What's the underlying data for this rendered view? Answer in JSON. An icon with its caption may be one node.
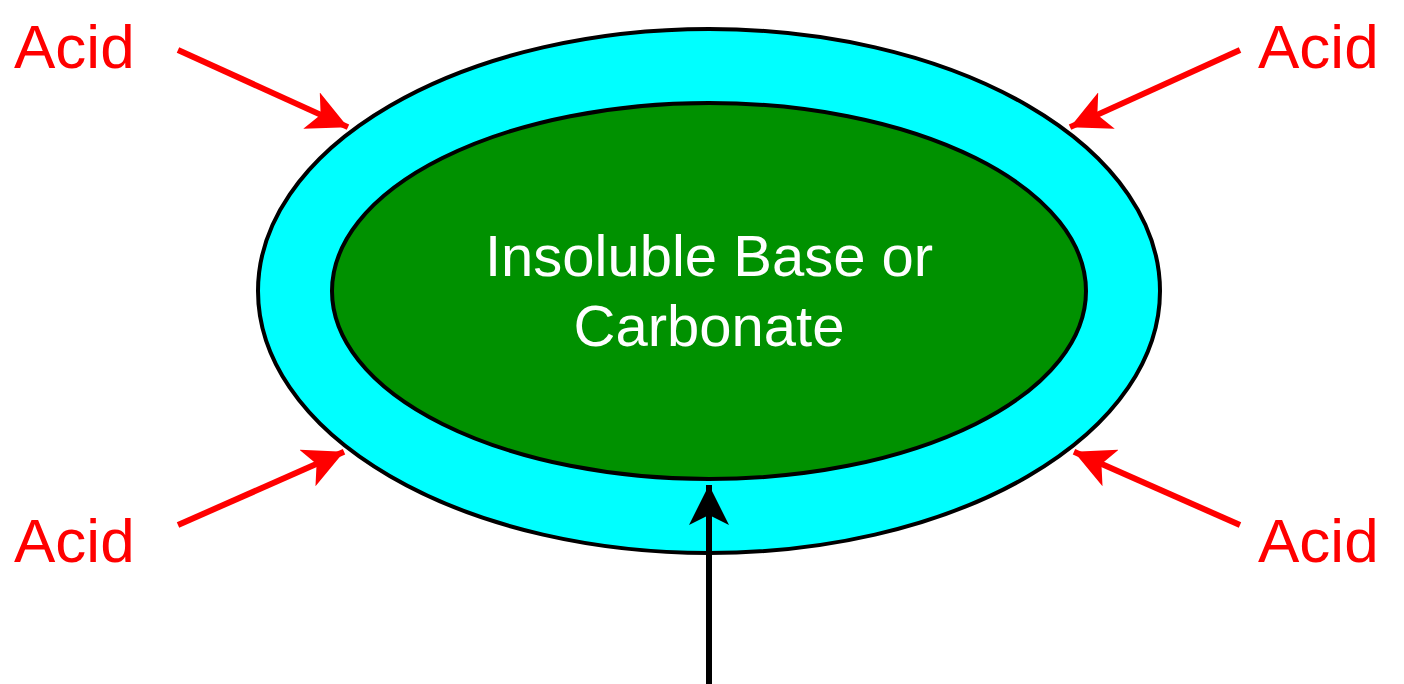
{
  "diagram": {
    "nodes": [
      {
        "text": [],
        "shape": "ellipse"
      },
      {
        "text": [
          "Insoluble Base or Carbonate"
        ],
        "in": 0
      },
      {
        "text": [
          "Acid"
        ]
      },
      {
        "text": [
          "Acid"
        ]
      },
      {
        "text": [
          "Acid"
        ]
      },
      {
        "text": [
          "Acid"
        ]
      }
    ],
    "edges": [
      {
        "from": 2,
        "to": 0,
        "arrow": "to"
      },
      {
        "from": 3,
        "to": 0,
        "arrow": "to"
      },
      {
        "from": 4,
        "to": 0,
        "arrow": "to"
      },
      {
        "from": 5,
        "to": 0,
        "arrow": "to"
      },
      {
        "from": null,
        "to": 1,
        "arrow": "to",
        "color": "#000000"
      }
    ]
  }
}
